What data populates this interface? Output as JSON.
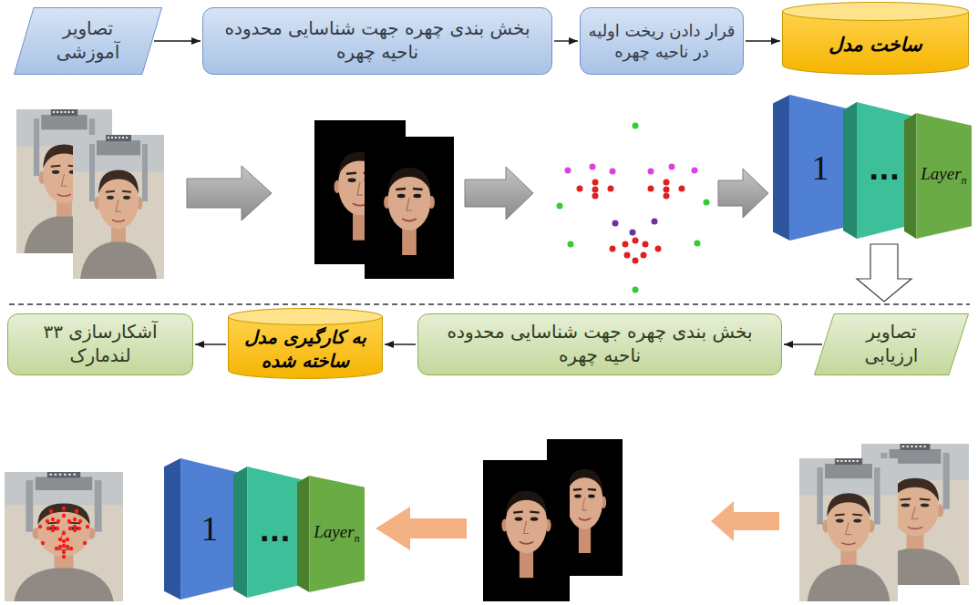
{
  "diagram": {
    "nodes": [
      {
        "text": [
          "تصاویر آموزشی"
        ]
      },
      {
        "text": [
          "بخش بندی چهره جهت شناسایی محدوده ناحیه چهره"
        ]
      },
      {
        "text": [
          "قرار دادن ریخت اولیه در ناحیه چهره"
        ]
      },
      {
        "text": [
          "ساخت مدل"
        ]
      },
      {
        "text": [
          "1"
        ]
      },
      {
        "text": [
          "..."
        ]
      },
      {
        "text": [
          "Layer",
          "n"
        ]
      },
      {
        "text": [
          "تصاویر ارزیابی"
        ]
      },
      {
        "text": [
          "بخش بندی چهره جهت شناسایی محدوده ناحیه چهره"
        ]
      },
      {
        "text": [
          "به کارگیری مدل ساخته شده"
        ]
      },
      {
        "text": [
          "آشکارسازی ۳۳ لندمارک"
        ]
      },
      {
        "text": [
          "1"
        ]
      },
      {
        "text": [
          "..."
        ]
      },
      {
        "text": [
          "Layer",
          "n"
        ]
      }
    ],
    "edges": [
      {
        "from": 0,
        "to": 1,
        "arrow": "to"
      },
      {
        "from": 1,
        "to": 2,
        "arrow": "to"
      },
      {
        "from": 2,
        "to": 3,
        "arrow": "to"
      },
      {
        "from": 7,
        "to": 8,
        "arrow": "to"
      },
      {
        "from": 8,
        "to": 9,
        "arrow": "to"
      },
      {
        "from": 9,
        "to": 10,
        "arrow": "to"
      }
    ]
  }
}
